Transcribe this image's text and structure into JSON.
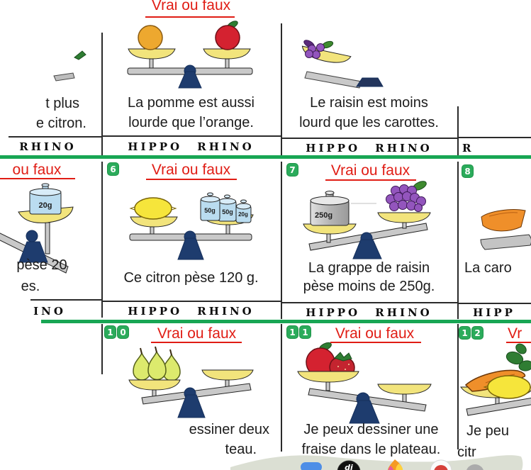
{
  "worksheet": {
    "name": "Vrai ou faux balance cards",
    "title_color": "#e01d15",
    "badge_color": "#2bab5b",
    "separator_color": "#18a654",
    "cards": {
      "r1c1": {
        "line1": "t plus",
        "line2": "e citron.",
        "brand": "RHINO"
      },
      "r1c2": {
        "title": "Vrai ou faux",
        "line1": "La pomme est aussi",
        "line2": "lourde que l’orange.",
        "brand": "HIPPO RHINO"
      },
      "r1c3": {
        "line1": "Le raisin est moins",
        "line2": "lourd que les carottes.",
        "brand": "HIPPO RHINO"
      },
      "r1c4": {
        "brand": "R"
      },
      "r2c1": {
        "title": "ou faux",
        "weight": "20g",
        "line1": "pèse 20",
        "line2": "es.",
        "brand": "INO"
      },
      "r2c2": {
        "num": "6",
        "title": "Vrai ou faux",
        "weight1": "50g",
        "weight2": "50g",
        "weight3": "20g",
        "line1": "Ce citron pèse 120 g.",
        "brand": "HIPPO RHINO"
      },
      "r2c3": {
        "num": "7",
        "title": "Vrai ou faux",
        "weight": "250g",
        "line1": "La grappe de raisin",
        "line2": "pèse moins de 250g.",
        "brand": "HIPPO RHINO"
      },
      "r2c4": {
        "num": "8",
        "line1": "La caro",
        "brand": "HIPP"
      },
      "r3c2": {
        "num1": "1",
        "num2": "0",
        "title": "Vrai ou faux",
        "line1": "essiner deux",
        "line2": "teau."
      },
      "r3c3": {
        "num1": "1",
        "num2": "1",
        "title": "Vrai ou faux",
        "line1": "Je peux dessiner une",
        "line2": "fraise dans le plateau."
      },
      "r3c4": {
        "num1": "1",
        "num2": "2",
        "title": "Vr",
        "line1": "Je peu",
        "line2": "citr"
      }
    },
    "palette": {
      "pan_yellow": "#f2e47c",
      "beam_gray": "#c9c9c9",
      "pivot_navy": "#1e3c6e",
      "weight_blue": "#badcf0",
      "weight_silver": "#bdbdbd",
      "lemon": "#f6e53b",
      "orange_fruit": "#eda82f",
      "apple_red": "#d42230",
      "grapes_purple": "#9355bd",
      "pear_green": "#dcea6d",
      "strawberry_red": "#c4242f",
      "carrot_orange": "#ef8f2a"
    }
  },
  "dock": {
    "strip_color": "#dbdfd3",
    "dj_label": "dj",
    "icons": [
      "blue-app-icon",
      "dj-app-icon",
      "flame-app-icon",
      "red-dot-app-icon",
      "gray-app-icon"
    ]
  }
}
